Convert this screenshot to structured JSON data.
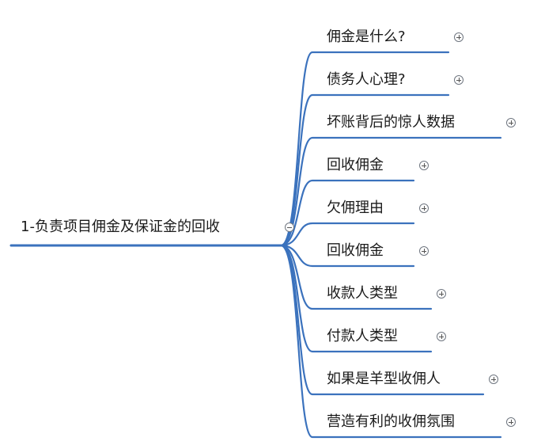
{
  "mindmap": {
    "root": {
      "label": "1-负责项目佣金及保证金的回收",
      "toggle_icon": "collapse-minus-icon"
    },
    "children": [
      {
        "label": "佣金是什么?",
        "toggle_icon": "expand-plus-icon"
      },
      {
        "label": "债务人心理?",
        "toggle_icon": "expand-plus-icon"
      },
      {
        "label": "坏账背后的惊人数据",
        "toggle_icon": "expand-plus-icon"
      },
      {
        "label": "回收佣金",
        "toggle_icon": "expand-plus-icon"
      },
      {
        "label": "欠佣理由",
        "toggle_icon": "expand-plus-icon"
      },
      {
        "label": "回收佣金",
        "toggle_icon": "expand-plus-icon"
      },
      {
        "label": "收款人类型",
        "toggle_icon": "expand-plus-icon"
      },
      {
        "label": "付款人类型",
        "toggle_icon": "expand-plus-icon"
      },
      {
        "label": "如果是羊型收佣人",
        "toggle_icon": "expand-plus-icon"
      },
      {
        "label": "营造有利的收佣氛围",
        "toggle_icon": "expand-plus-icon"
      }
    ],
    "line_color": "#3b72bd"
  }
}
